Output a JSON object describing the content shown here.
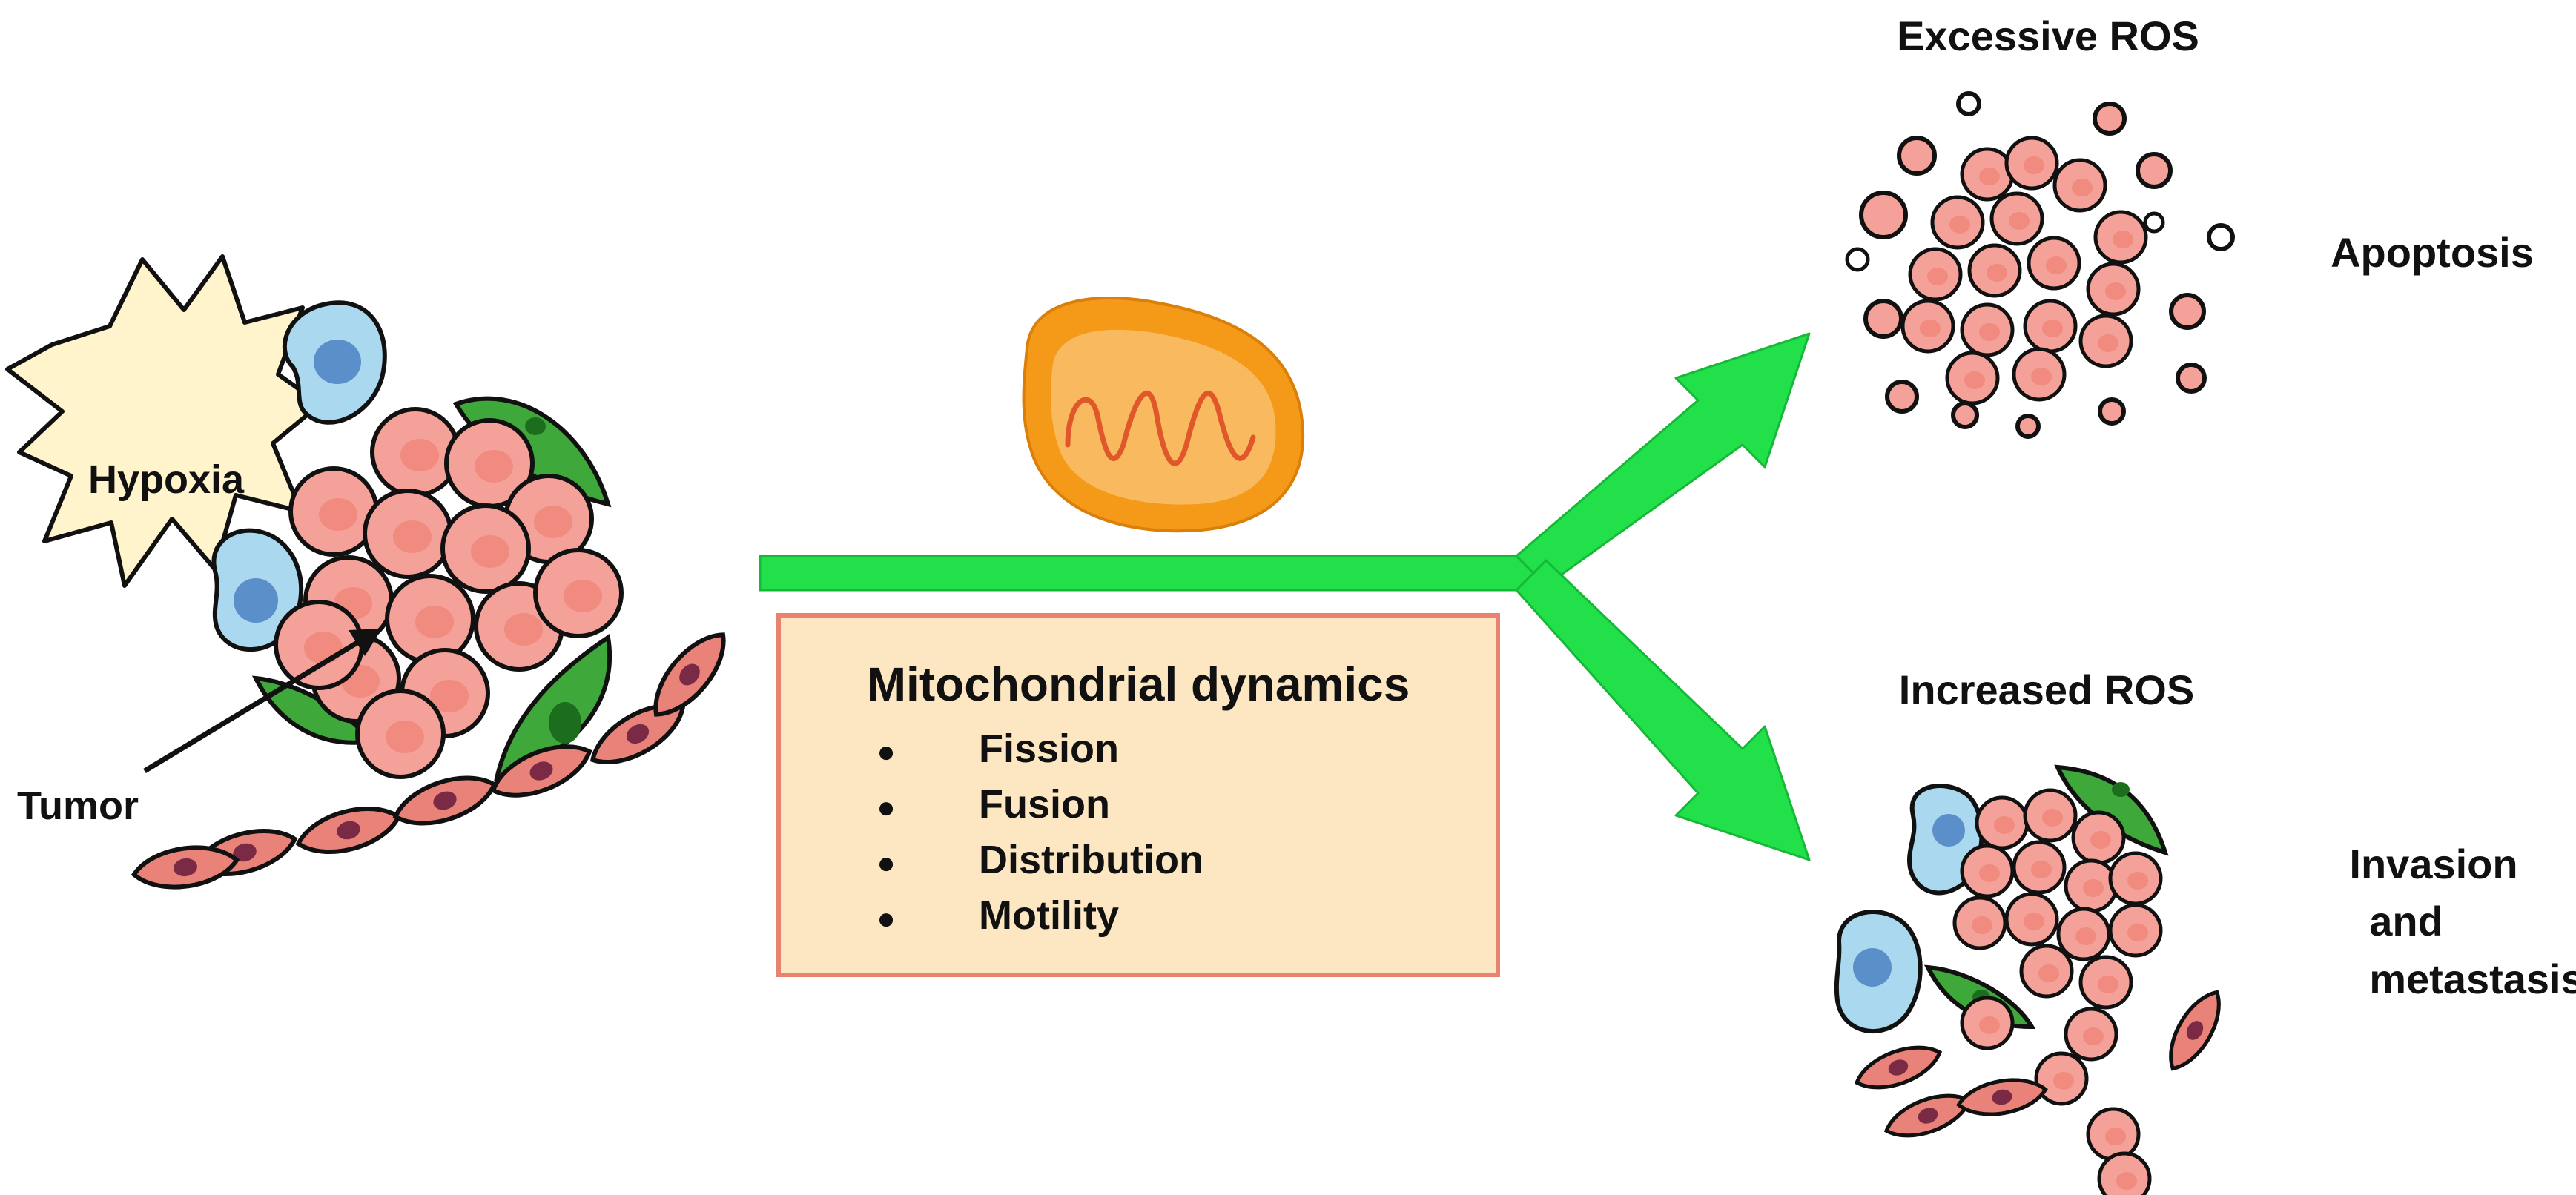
{
  "labels": {
    "hypoxia": "Hypoxia",
    "tumor": "Tumor",
    "excessive_ros": "Excessive ROS",
    "apoptosis": "Apoptosis",
    "increased_ros": "Increased ROS",
    "invasion_line1": "Invasion",
    "invasion_line2": "and",
    "invasion_line3": "metastasis"
  },
  "dynamics_box": {
    "title": "Mitochondrial dynamics",
    "items": [
      "Fission",
      "Fusion",
      "Distribution",
      "Motility"
    ],
    "bullet": "●"
  },
  "colors": {
    "tumor_cell_fill": "#f4a199",
    "tumor_cell_nucleus": "#f08478",
    "immune_cell_fill": "#a9d8ef",
    "immune_cell_nucleus": "#5b8fc9",
    "leaf_cell_fill": "#3ea83a",
    "leaf_cell_nucleus": "#1c6e1e",
    "fibroblast_fill": "#e9837a",
    "fibroblast_nucleus": "#7a2a45",
    "hypoxia_burst_fill": "#fff4cc",
    "arrow_green": "#22e04a",
    "box_fill": "#fde7c3",
    "box_border": "#e7836f",
    "mitochondrion_outer": "#f59a18",
    "mitochondrion_inner": "#f9b95f",
    "mitochondrion_cristae": "#e0582a"
  },
  "icons": {
    "mitochondrion": "mitochondrion-icon",
    "hypoxia": "hypoxia-burst-icon"
  }
}
